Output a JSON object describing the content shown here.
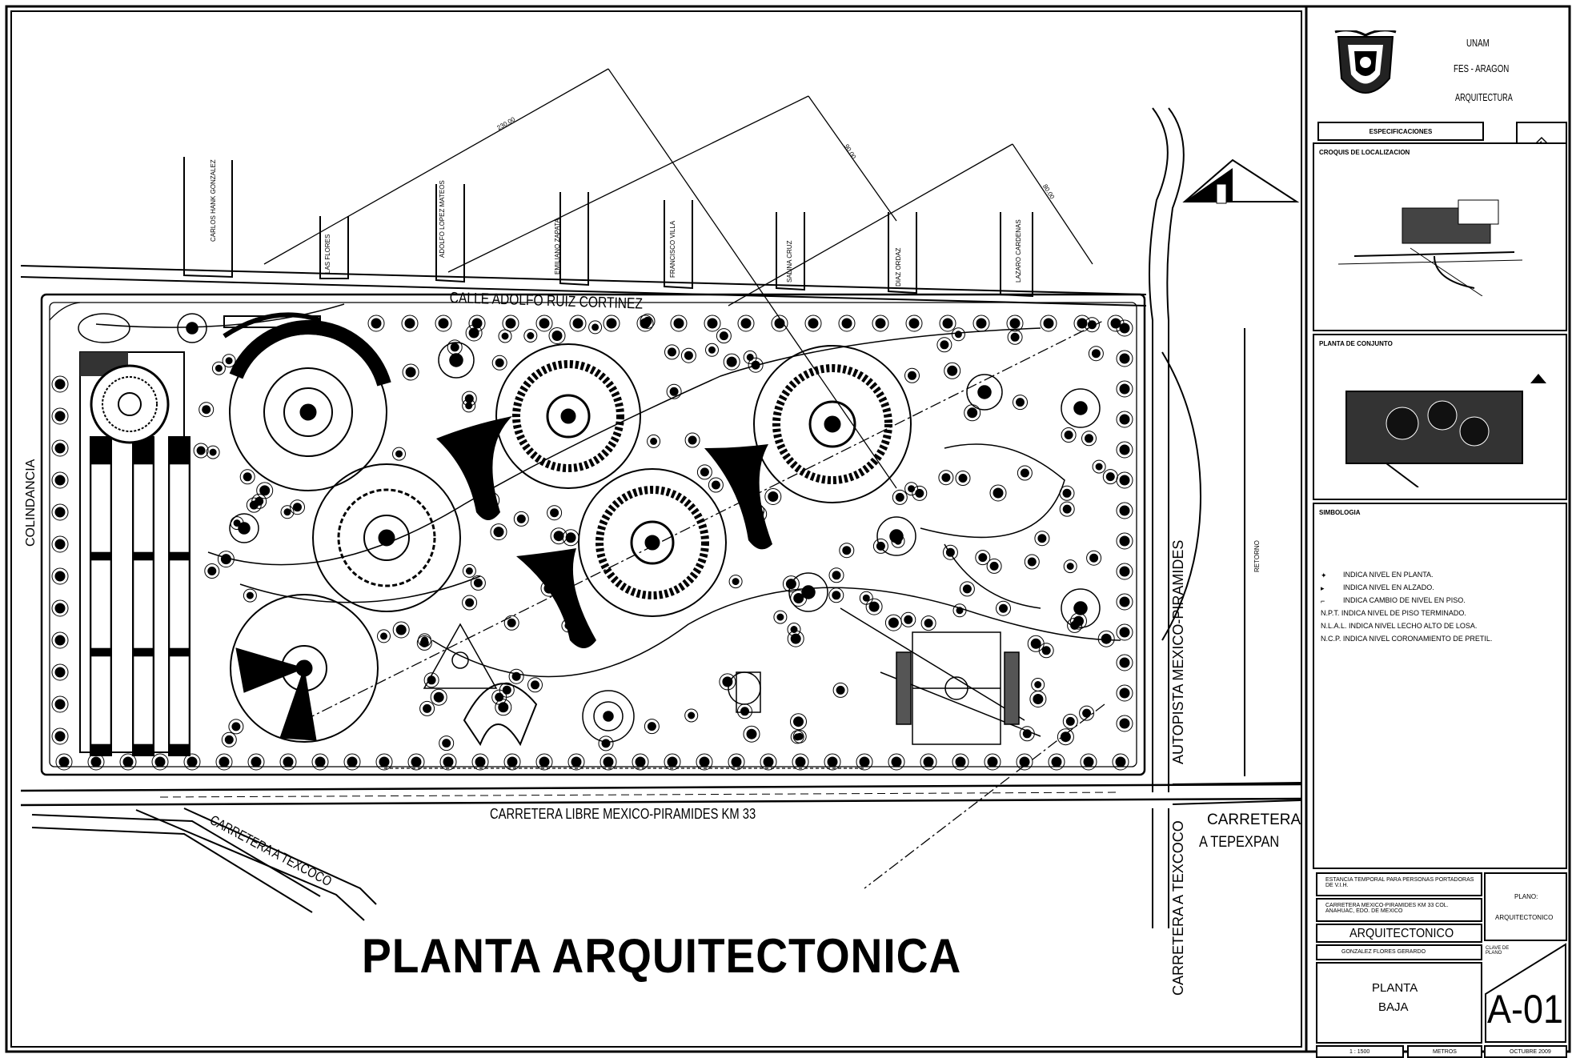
{
  "drawing": {
    "title": "PLANTA ARQUITECTONICA",
    "roads": {
      "top": "CALLE ADOLFO RUIZ CORTINEZ",
      "bottom": "CARRETERA LIBRE MEXICO-PIRAMIDES KM 33",
      "right": "AUTOPISTA MEXICO-PIRAMIDES",
      "left": "COLINDANCIA",
      "texcoco_diag": "CARRETERA A TEXCOCO",
      "texcoco_vert": "CARRETERA A TEXCOCO",
      "tepexpan_line1": "CARRETERA",
      "tepexpan_line2": "A TEPEXPAN",
      "retorno": "RETORNO"
    },
    "streets": [
      "CARLOS HANK GONZALEZ",
      "LAS FLORES",
      "ADOLFO LOPEZ MATEOS",
      "EMILIANO ZAPATA",
      "FRANCISCO VILLA",
      "SALINA CRUZ",
      "DIAZ ORDAZ",
      "LAZARO CARDENAS"
    ],
    "dimensions": [
      "230.00",
      "90.00",
      "80.00"
    ]
  },
  "title_block": {
    "institution": [
      "UNAM",
      "FES - ARAGON",
      "ARQUITECTURA"
    ],
    "especificaciones": "ESPECIFICACIONES",
    "croquis": "CROQUIS DE LOCALIZACION",
    "conjunto": "PLANTA DE CONJUNTO",
    "simbologia": "SIMBOLOGIA",
    "legend": [
      "INDICA NIVEL EN PLANTA.",
      "INDICA NIVEL EN ALZADO.",
      "INDICA CAMBIO DE NIVEL EN PISO.",
      "N.P.T. INDICA NIVEL DE PISO TERMINADO.",
      "N.L.A.L. INDICA NIVEL LECHO ALTO DE LOSA.",
      "N.C.P. INDICA NIVEL CORONAMIENTO DE PRETIL."
    ],
    "proyecto": "ESTANCIA TEMPORAL PARA PERSONAS PORTADORAS DE V.I.H.",
    "ubicacion": "CARRETERA MEXICO-PIRAMIDES KM 33 COL. ANAHUAC, EDO. DE MEXICO",
    "plano_tipo": "ARQUITECTONICO",
    "alumno": "GONZALEZ FLORES GERARDO",
    "plano_label": "PLANO:",
    "plano_value": "ARQUITECTONICO",
    "plano_name_1": "PLANTA",
    "plano_name_2": "BAJA",
    "clave_label": "CLAVE DE PLANO",
    "sheet_code": "A-01",
    "escala": "1 : 1500",
    "cotas": "METROS",
    "fecha": "OCTUBRE 2009"
  }
}
